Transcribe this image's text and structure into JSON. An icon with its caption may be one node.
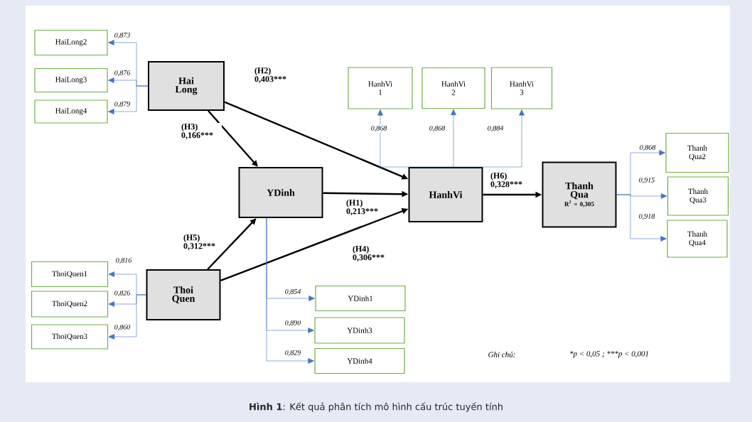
{
  "diagram": {
    "caption": "**Hình 1**: Kết quả phân tích mô hình cấu trúc tuyến tính",
    "nodes": [
      {
        "text": [
          "Hai Long"
        ]
      },
      {
        "text": [
          "HaiLong2"
        ]
      },
      {
        "text": [
          "HaiLong3"
        ]
      },
      {
        "text": [
          "HaiLong4"
        ]
      },
      {
        "text": [
          "YDinh"
        ]
      },
      {
        "text": [
          "Thoi Quen"
        ]
      },
      {
        "text": [
          "ThoiQuen1"
        ]
      },
      {
        "text": [
          "ThoiQuen2"
        ]
      },
      {
        "text": [
          "ThoiQuen3"
        ]
      },
      {
        "text": [
          "HanhVi"
        ]
      },
      {
        "text": [
          "HanhVi 1"
        ]
      },
      {
        "text": [
          "HanhVi 2"
        ]
      },
      {
        "text": [
          "HanhVi 3"
        ]
      },
      {
        "text": [
          "Thanh Qua",
          "R$^{2}$ =  0,305"
        ]
      },
      {
        "text": [
          "Thanh Qua2"
        ]
      },
      {
        "text": [
          "Thanh Qua3"
        ]
      },
      {
        "text": [
          "Thanh Qua4"
        ]
      },
      {
        "text": [
          "YDinh1"
        ]
      },
      {
        "text": [
          "YDinh3"
        ]
      },
      {
        "text": [
          "YDinh4"
        ]
      }
    ],
    "edges": [
      {
        "from": 0,
        "to": 4,
        "arrow": "to",
        "label": "(H3) 0,166***",
        "style": "thick",
        "color": "#000000"
      },
      {
        "from": 0,
        "to": 9,
        "arrow": "to",
        "label": "(H2) 0,403***",
        "style": "thick",
        "color": "#000000"
      },
      {
        "from": 4,
        "to": 9,
        "arrow": "to",
        "label": "(H1) 0,213***",
        "style": "thick",
        "color": "#000000"
      },
      {
        "from": 5,
        "to": 4,
        "arrow": "to",
        "label": "(H5) 0,312***",
        "style": "thick",
        "color": "#000000"
      },
      {
        "from": 5,
        "to": 9,
        "arrow": "to",
        "label": "(H4) 0,306***",
        "style": "thick",
        "color": "#000000"
      },
      {
        "from": 9,
        "to": 13,
        "arrow": "to",
        "label": "(H6) 0,328***",
        "style": "thick",
        "color": "#000000"
      },
      {
        "from": 0,
        "to": 1,
        "arrow": "to",
        "label": "0,873"
      },
      {
        "from": 0,
        "to": 2,
        "arrow": "to",
        "label": "0,876"
      },
      {
        "from": 0,
        "to": 3,
        "arrow": "to",
        "label": "0,879"
      },
      {
        "from": 5,
        "to": 6,
        "arrow": "to",
        "label": "0,816"
      },
      {
        "from": 5,
        "to": 7,
        "arrow": "to",
        "label": "0,826"
      },
      {
        "from": 5,
        "to": 8,
        "arrow": "to",
        "label": "0,860"
      },
      {
        "from": 4,
        "to": 17,
        "arrow": "to",
        "label": "0,854"
      },
      {
        "from": 4,
        "to": 18,
        "arrow": "to",
        "label": "0,890"
      },
      {
        "from": 4,
        "to": 19,
        "arrow": "to",
        "label": "0,829"
      },
      {
        "from": 9,
        "to": 10,
        "arrow": "to",
        "label": "0,868"
      },
      {
        "from": 9,
        "to": 11,
        "arrow": "to",
        "label": "0,868"
      },
      {
        "from": 9,
        "to": 12,
        "arrow": "to",
        "label": "0,884"
      },
      {
        "from": 13,
        "to": 14,
        "arrow": "to",
        "label": "0,868"
      },
      {
        "from": 13,
        "to": 15,
        "arrow": "to",
        "label": "0,915"
      },
      {
        "from": 13,
        "to": 16,
        "arrow": "to",
        "label": "0,918"
      }
    ],
    "labels": [
      "Ghi chú:",
      "*p < 0,05  ;  ***p < 0,001"
    ]
  }
}
